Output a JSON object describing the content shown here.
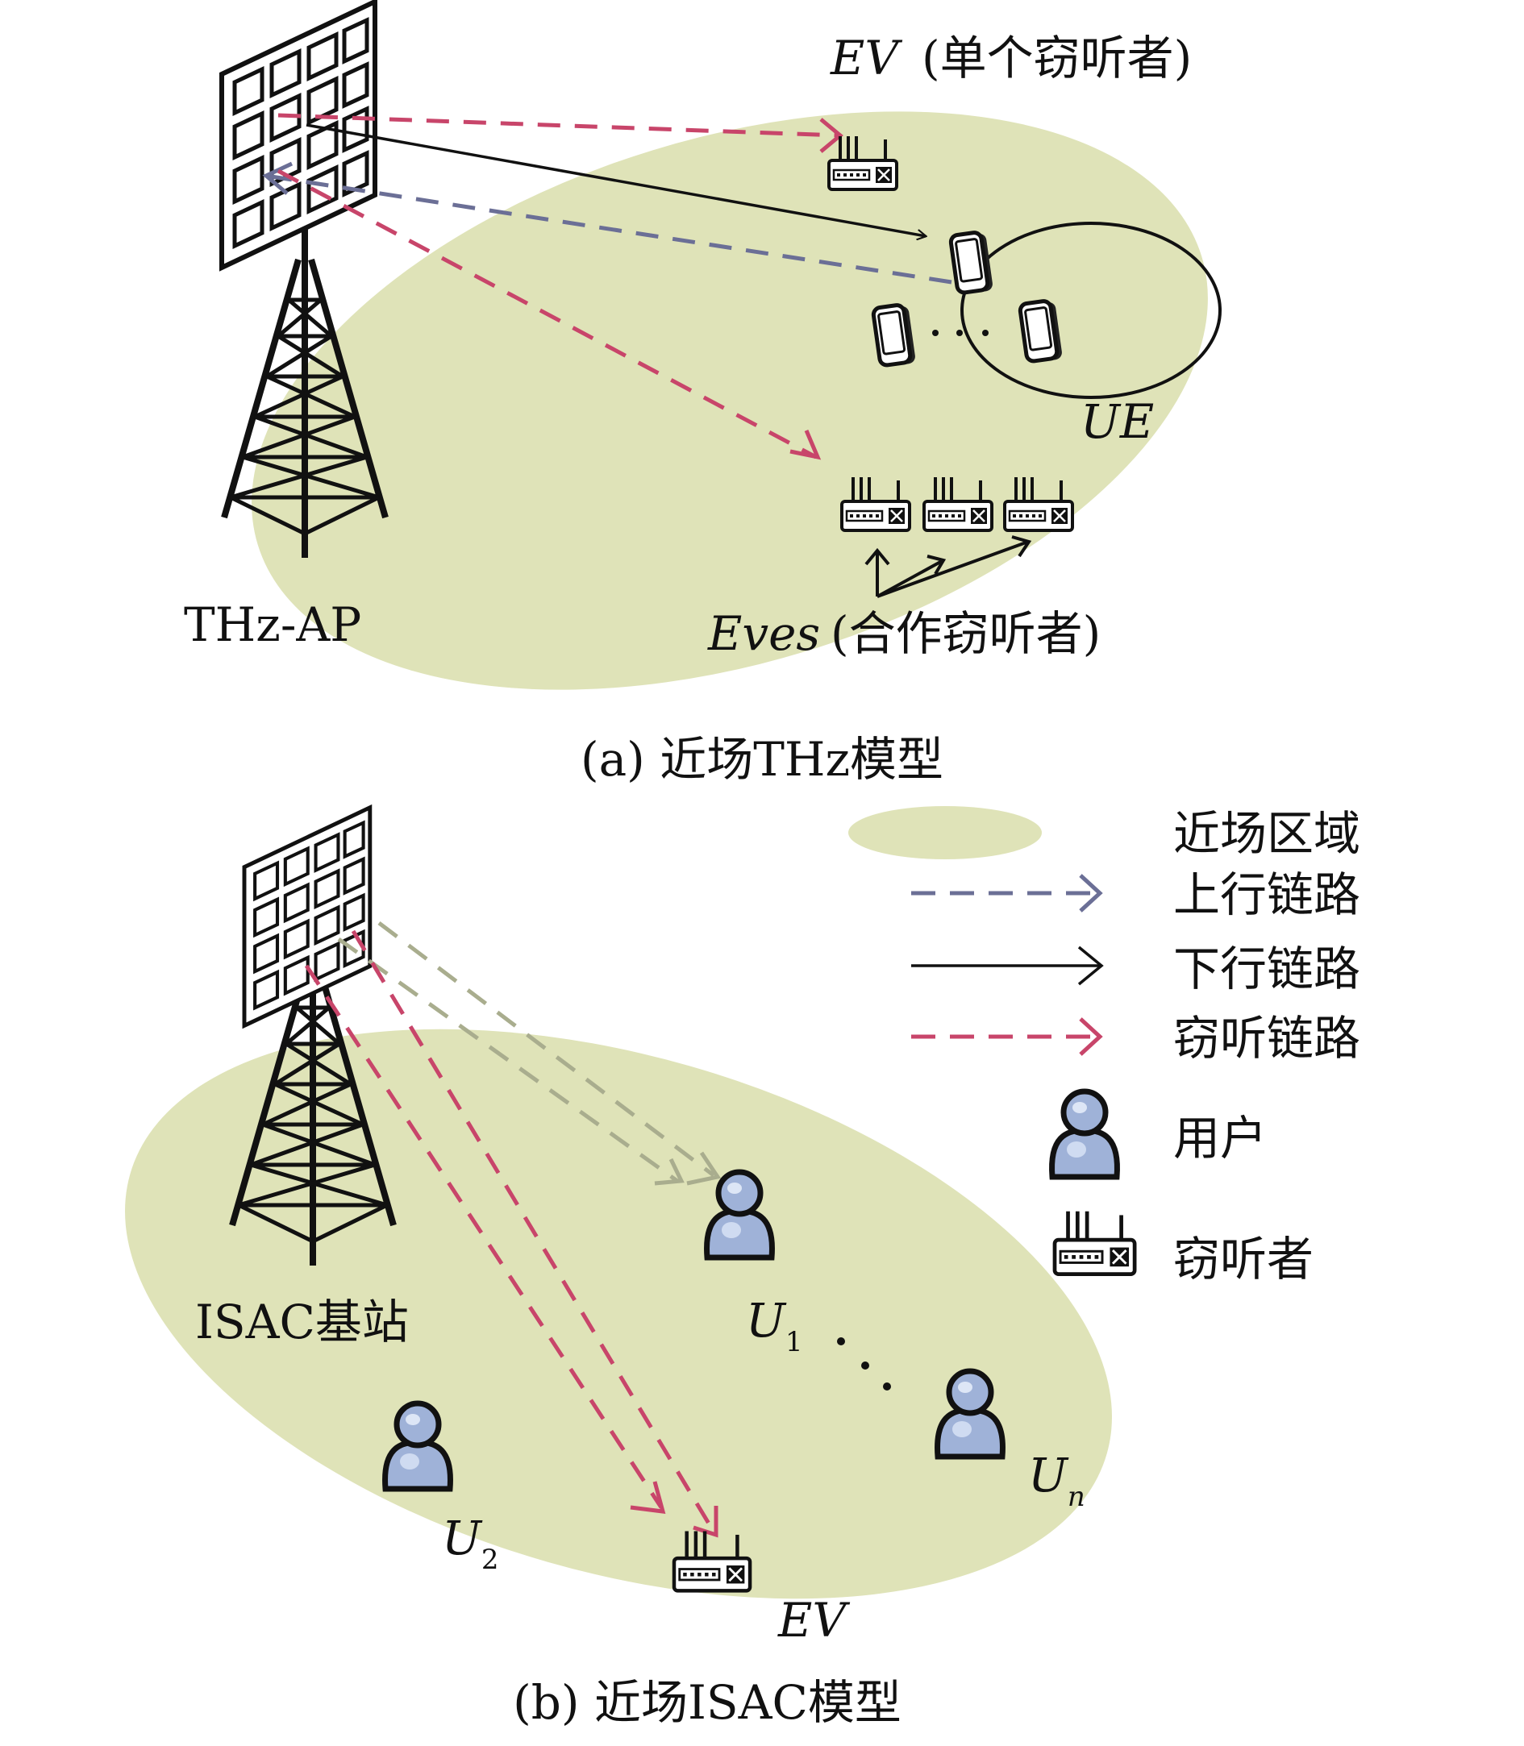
{
  "colors": {
    "near_field": "#dfe3b8",
    "uplink": "#6b6f96",
    "downlink": "#111111",
    "eavesdrop": "#c8456a",
    "user_body": "#9fb2d8"
  },
  "panel_a": {
    "ev_label": "EV",
    "ev_note": "(单个窃听者)",
    "ue_label": "UE",
    "ap_label": "THz-AP",
    "eves_label": "Eves",
    "eves_note": "(合作窃听者)",
    "caption": "(a) 近场THz模型",
    "icons": [
      "antenna-array-icon",
      "tower-icon",
      "router-icon",
      "phone-icon"
    ]
  },
  "panel_b": {
    "bs_label": "ISAC基站",
    "u1": "U",
    "u1_sub": "1",
    "u2": "U",
    "u2_sub": "2",
    "un": "U",
    "un_sub": "n",
    "ev_label": "EV",
    "caption": "(b) 近场ISAC模型"
  },
  "legend": {
    "near_field": "近场区域",
    "uplink": "上行链路",
    "downlink": "下行链路",
    "eavesdrop": "窃听链路",
    "user": "用户",
    "eavesdropper": "窃听者"
  }
}
